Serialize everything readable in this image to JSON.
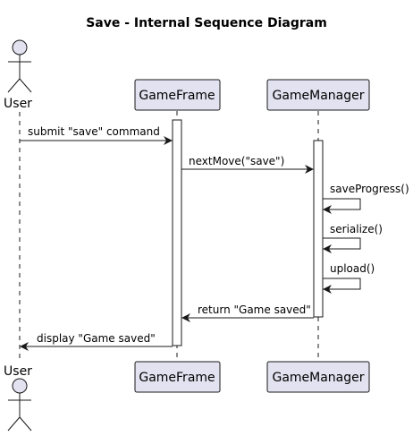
{
  "diagram": {
    "title": "Save - Internal Sequence Diagram",
    "participants": {
      "user": "User",
      "gameframe": "GameFrame",
      "gamemanager": "GameManager"
    },
    "messages": [
      "submit \"save\" command",
      "nextMove(\"save\")",
      "saveProgress()",
      "serialize()",
      "upload()",
      "return \"Game saved\"",
      "display \"Game saved\""
    ]
  },
  "colors": {
    "participant_fill": "#e2e2f0",
    "participant_stroke": "#181818",
    "lifeline": "#181818",
    "activation_fill": "#ffffff"
  }
}
